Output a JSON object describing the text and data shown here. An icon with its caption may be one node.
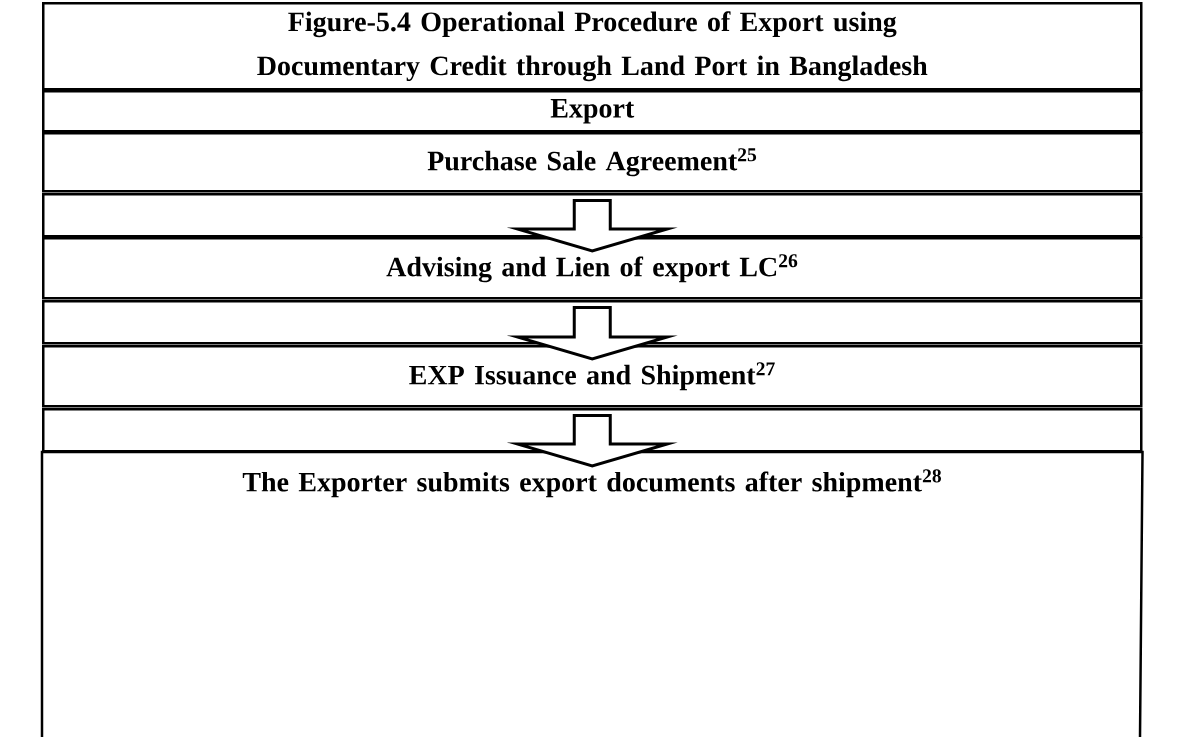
{
  "diagram": {
    "title": "Figure-5.4 Operational Procedure of Export using Documentary Credit through Land Port in Bangladesh",
    "nodes": [
      {
        "text": [
          "Export"
        ]
      },
      {
        "text": [
          "Purchase Sale Agreement$^{25}$"
        ]
      },
      {
        "text": [],
        "shape": "box"
      },
      {
        "text": [
          "Advising and Lien of export LC$^{26}$"
        ]
      },
      {
        "text": [],
        "shape": "box"
      },
      {
        "text": [
          "EXP Issuance and Shipment$^{27}$"
        ]
      },
      {
        "text": [],
        "shape": "box"
      },
      {
        "text": [
          "The Exporter submits export documents after shipment$^{28}$"
        ]
      }
    ],
    "edges": [
      {
        "from": 1,
        "to": 3,
        "arrow": "to"
      },
      {
        "from": 3,
        "to": 5,
        "arrow": "to"
      },
      {
        "from": 5,
        "to": 7,
        "arrow": "to"
      }
    ]
  }
}
